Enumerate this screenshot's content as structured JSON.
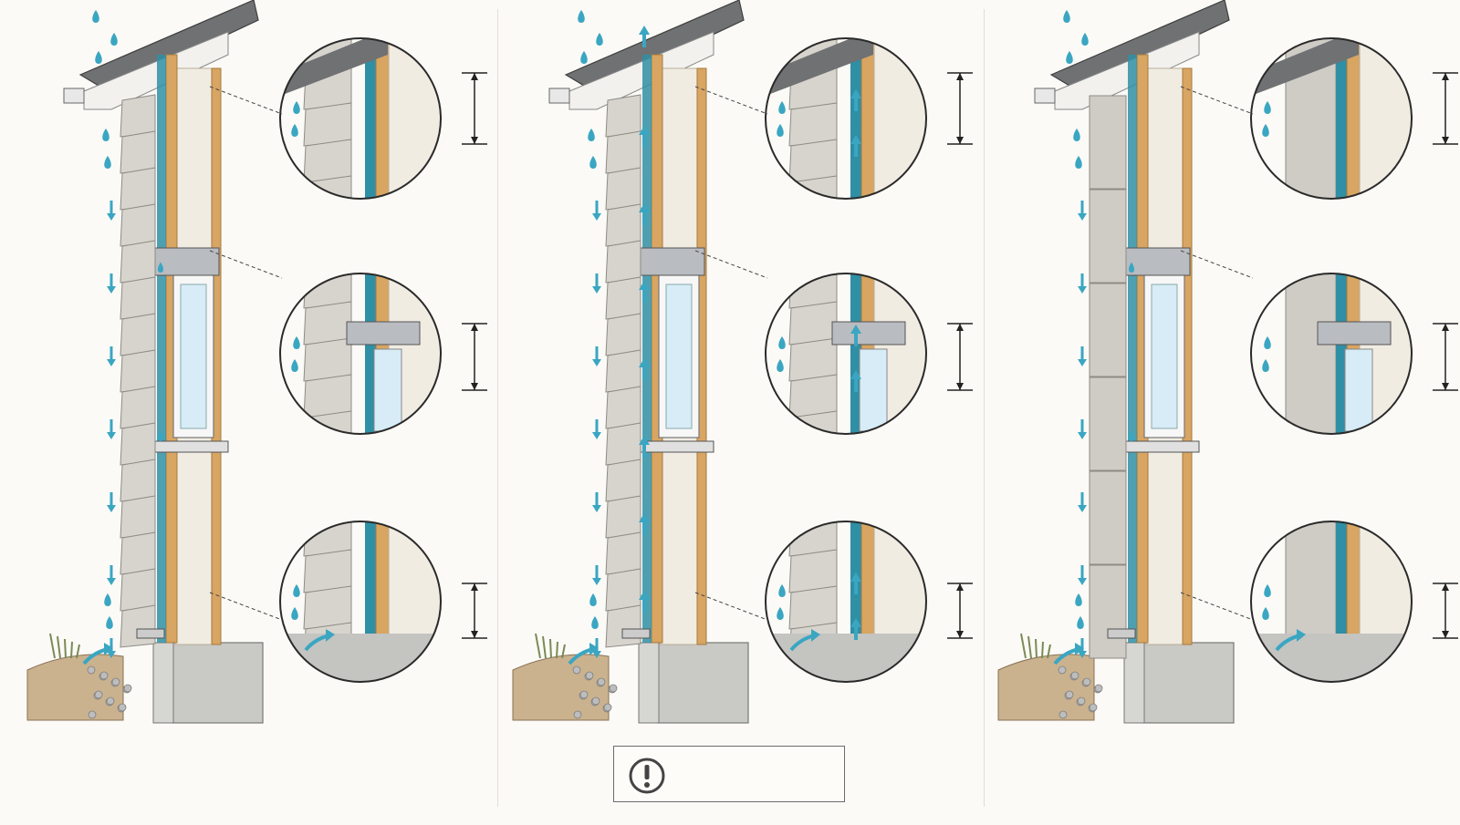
{
  "panels": [
    {
      "id": "panel-1",
      "cladding": "lap-siding",
      "air_flow": false
    },
    {
      "id": "panel-2",
      "cladding": "lap-siding",
      "air_flow": true
    },
    {
      "id": "panel-3",
      "cladding": "stone-panel",
      "air_flow": false
    }
  ],
  "warning_box": {
    "icon": "exclamation-circle-icon",
    "text": ""
  },
  "colors": {
    "water": "#3aa6c2",
    "membrane": "#2f8fa5",
    "wood": "#d8a562",
    "insulation": "#f1ece2",
    "concrete": "#c9c9c5",
    "siding": "#d7d4cd",
    "stone": "#cfccc5",
    "roof": "#6f7173",
    "glass": "#d7ecf6"
  }
}
